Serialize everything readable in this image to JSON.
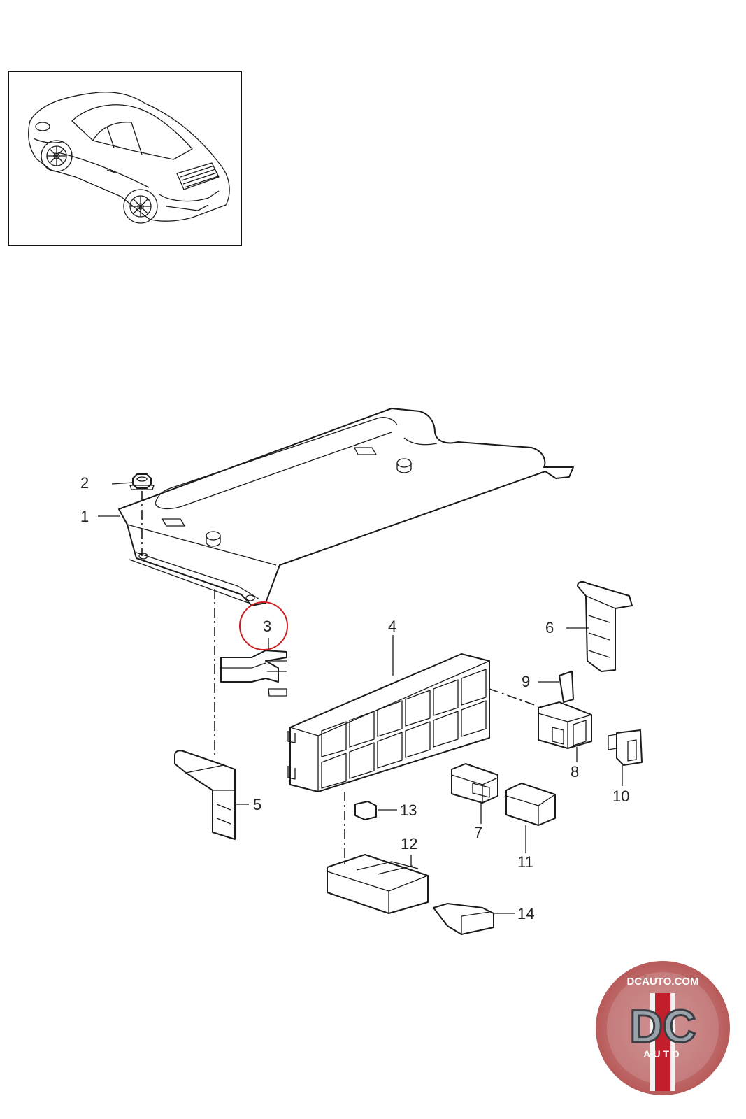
{
  "callouts": [
    {
      "num": "1"
    },
    {
      "num": "2"
    },
    {
      "num": "3"
    },
    {
      "num": "4"
    },
    {
      "num": "5"
    },
    {
      "num": "6"
    },
    {
      "num": "7"
    },
    {
      "num": "8"
    },
    {
      "num": "9"
    },
    {
      "num": "10"
    },
    {
      "num": "11"
    },
    {
      "num": "12"
    },
    {
      "num": "13"
    },
    {
      "num": "14"
    }
  ],
  "highlight": {
    "callout": "3",
    "color": "#cc1f1f"
  },
  "logo": {
    "top_text": "DCAUTO.COM",
    "letters": "DC",
    "sub_text": "AUTO",
    "colors": {
      "ring": "#b85a5a",
      "letters": "#9aa3ab",
      "stripe": "#c21e2b"
    }
  },
  "icons": [
    "car-thumbnail-icon",
    "dcauto-logo-icon"
  ]
}
